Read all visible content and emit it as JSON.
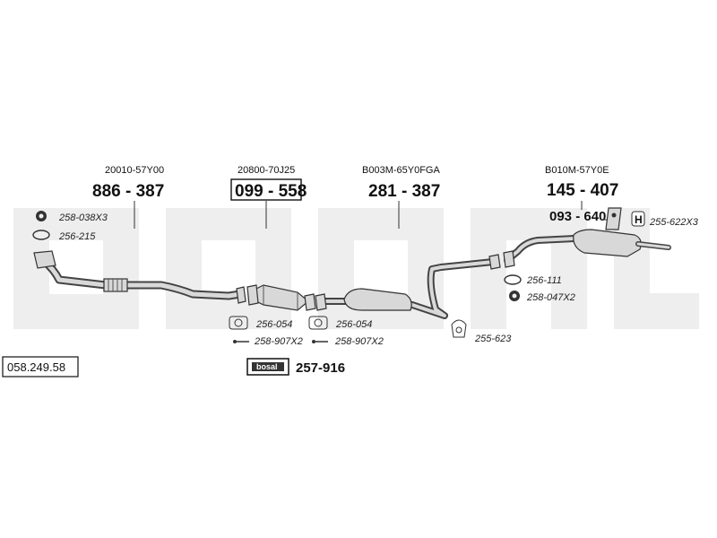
{
  "parts": [
    {
      "oem": "20010-57Y00",
      "number": "886 - 387",
      "boxed": false
    },
    {
      "oem": "20800-70J25",
      "number": "099 - 558",
      "boxed": true
    },
    {
      "oem": "B003M-65Y0FGA",
      "number": "281 - 387",
      "boxed": false
    },
    {
      "oem": "B010M-57Y0E",
      "number": "145 - 407",
      "boxed": false
    }
  ],
  "secondary_part": "093 - 640",
  "accessories": {
    "front_bolt": "258-038X3",
    "front_gasket": "256-215",
    "cat_gasket_left": "256-054",
    "cat_bolt_left": "258-907X2",
    "cat_gasket_right": "256-054",
    "cat_bolt_right": "258-907X2",
    "mid_hanger": "255-623",
    "rear_gasket": "256-111",
    "rear_bolt": "258-047X2",
    "rear_hanger": "255-622X3"
  },
  "mounting_kit": {
    "badge": "bosal",
    "number": "257-916"
  },
  "catalog_number": "058.249.58",
  "watermark_text": "bosal",
  "icons": {
    "watermark": "bosal-logo-watermark",
    "hanger": "rubber-hanger-icon",
    "clamp": "clamp-h-icon"
  }
}
